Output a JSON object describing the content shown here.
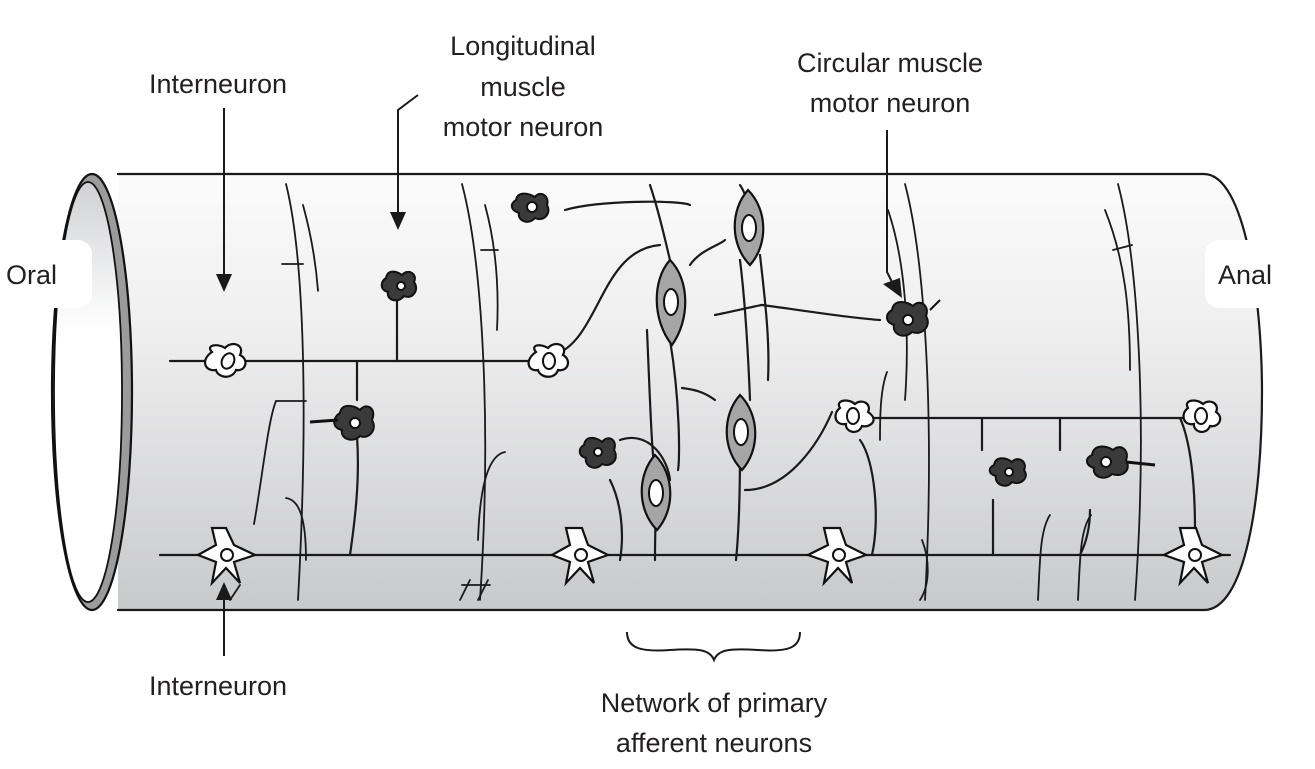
{
  "figure": {
    "title": "Enteric nervous system neuron network along the gut tube",
    "colors": {
      "tube_top": "#fafafa",
      "tube_bottom": "#c9cacc",
      "rim": "#9b9b9b",
      "motor_neuron": "#3a3a3a",
      "afferent_neuron": "#a5a5a5",
      "interneuron": "#ffffff",
      "line": "#1a1a1a"
    }
  },
  "labels": {
    "oral": "Oral",
    "anal": "Anal",
    "interneuron_top": "Interneuron",
    "interneuron_bottom": "Interneuron",
    "longitudinal": [
      "Longitudinal",
      "muscle",
      "motor neuron"
    ],
    "circular": [
      "Circular muscle",
      "motor neuron"
    ],
    "afferent": [
      "Network of primary",
      "afferent neurons"
    ]
  }
}
